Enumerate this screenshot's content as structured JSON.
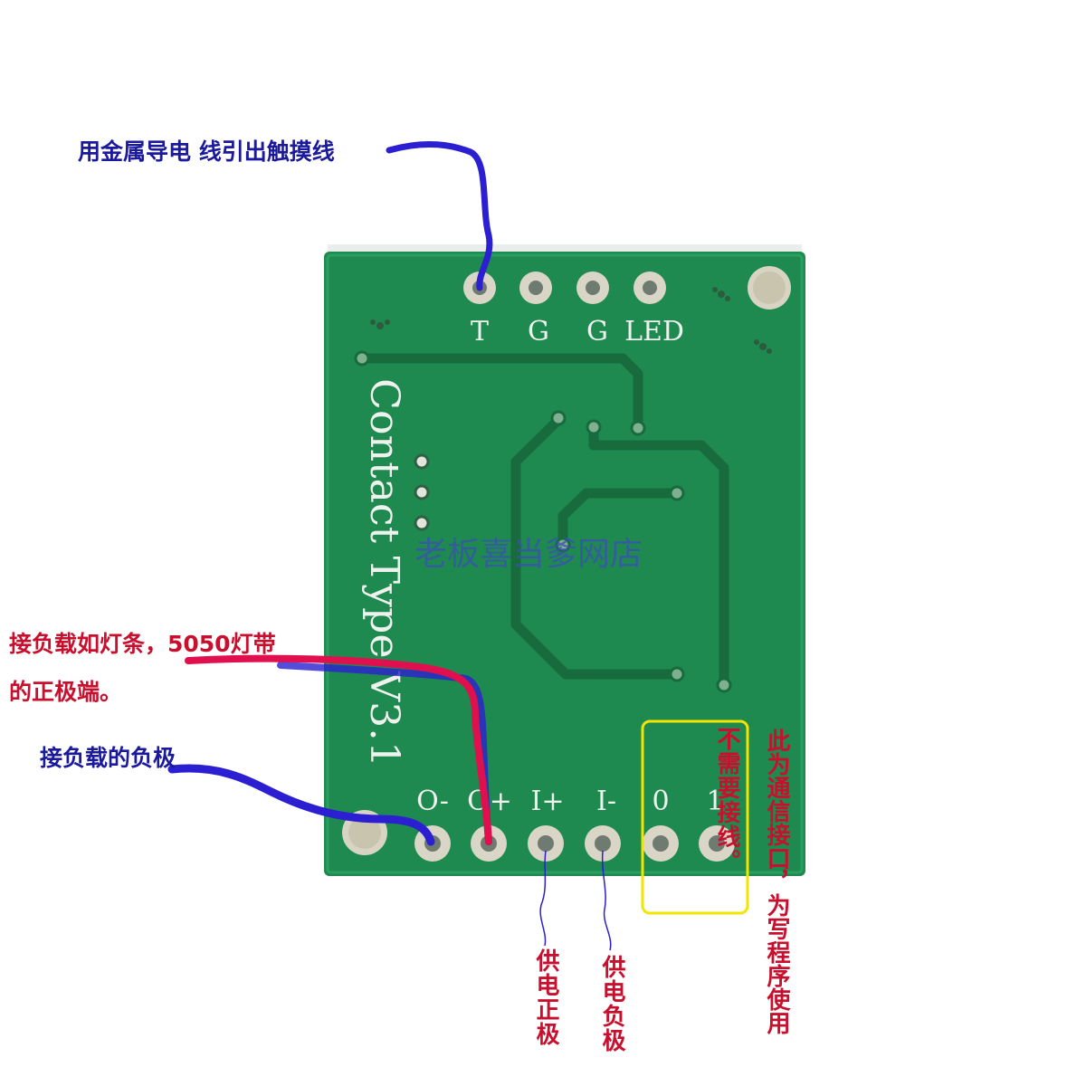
{
  "board": {
    "silkscreen_title": "Contact Type V3.1",
    "top_pins": [
      "T",
      "G",
      "G",
      "LED"
    ],
    "bottom_pins": [
      "O-",
      "O+",
      "I+",
      "I-",
      "0",
      "1"
    ]
  },
  "watermark": "老板喜当爹网店",
  "annotations": {
    "touch_wire": "用金属导电 线引出触摸线",
    "load_positive_line1": "接负载如灯条，5050灯带",
    "load_positive_line2": "的正极端。",
    "load_negative": "接负载的负极",
    "supply_positive": "供电正极",
    "supply_negative": "供电负极",
    "no_wiring": "不需要接线。",
    "comm_port": "此为通信接口，为写程序使用"
  },
  "colors": {
    "board_green": "#1f8a4f",
    "annotation_blue": "#1c1a9c",
    "annotation_red": "#c8102e",
    "highlight_box": "#f2e600"
  }
}
